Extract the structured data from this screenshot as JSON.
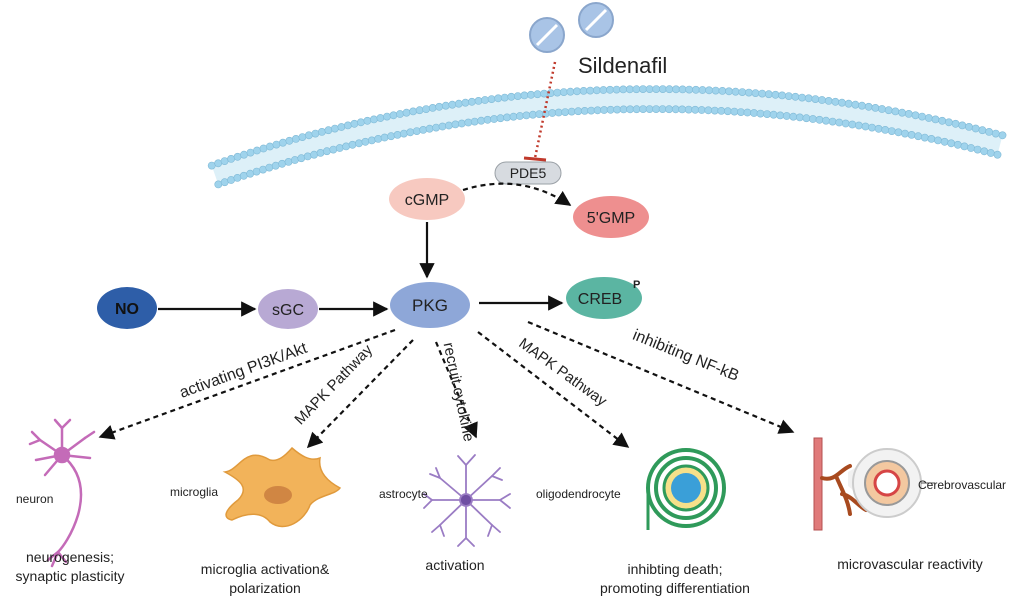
{
  "drug": {
    "name": "Sildenafil"
  },
  "molecules": {
    "pde5": "PDE5",
    "cgmp": "cGMP",
    "gmp5": "5'GMP",
    "no": "NO",
    "sgc": "sGC",
    "pkg": "PKG",
    "creb": "CREB",
    "creb_phospho": "P"
  },
  "pathways": {
    "pi3k": "activating PI3K/Akt",
    "mapk_microglia": "MAPK Pathway",
    "cytokine": "recruit cytokine",
    "mapk_oligo": "MAPK Pathway",
    "nfkb": "inhibiting NF-kB"
  },
  "cells": {
    "neuron": "neuron",
    "microglia": "microglia",
    "astrocyte": "astrocyte",
    "oligodendrocyte": "oligodendrocyte",
    "cerebrovascular": "Cerebrovascular"
  },
  "outcomes": {
    "neuron_line1": "neurogenesis;",
    "neuron_line2": "synaptic plasticity",
    "microglia_line1": "microglia activation&",
    "microglia_line2": "polarization",
    "astrocyte": "activation",
    "oligo_line1": "inhibting death;",
    "oligo_line2": "promoting differentiation",
    "vascular": "microvascular reactivity"
  },
  "colors": {
    "membrane": "#9fd3ec",
    "pill": "#a9c4e6",
    "cgmp": "#f7c9c0",
    "gmp5": "#ee8f8f",
    "no": "#2e5ea8",
    "sgc": "#b8a9d4",
    "pkg": "#8ea7d8",
    "creb": "#5bb5a2",
    "inhibit": "#c0392b",
    "neuron": "#c46bb8",
    "microglia": "#f2b35a",
    "astrocyte": "#9a7cc4",
    "oligo": "#2f9a5a",
    "vessel": "#d2694f"
  }
}
